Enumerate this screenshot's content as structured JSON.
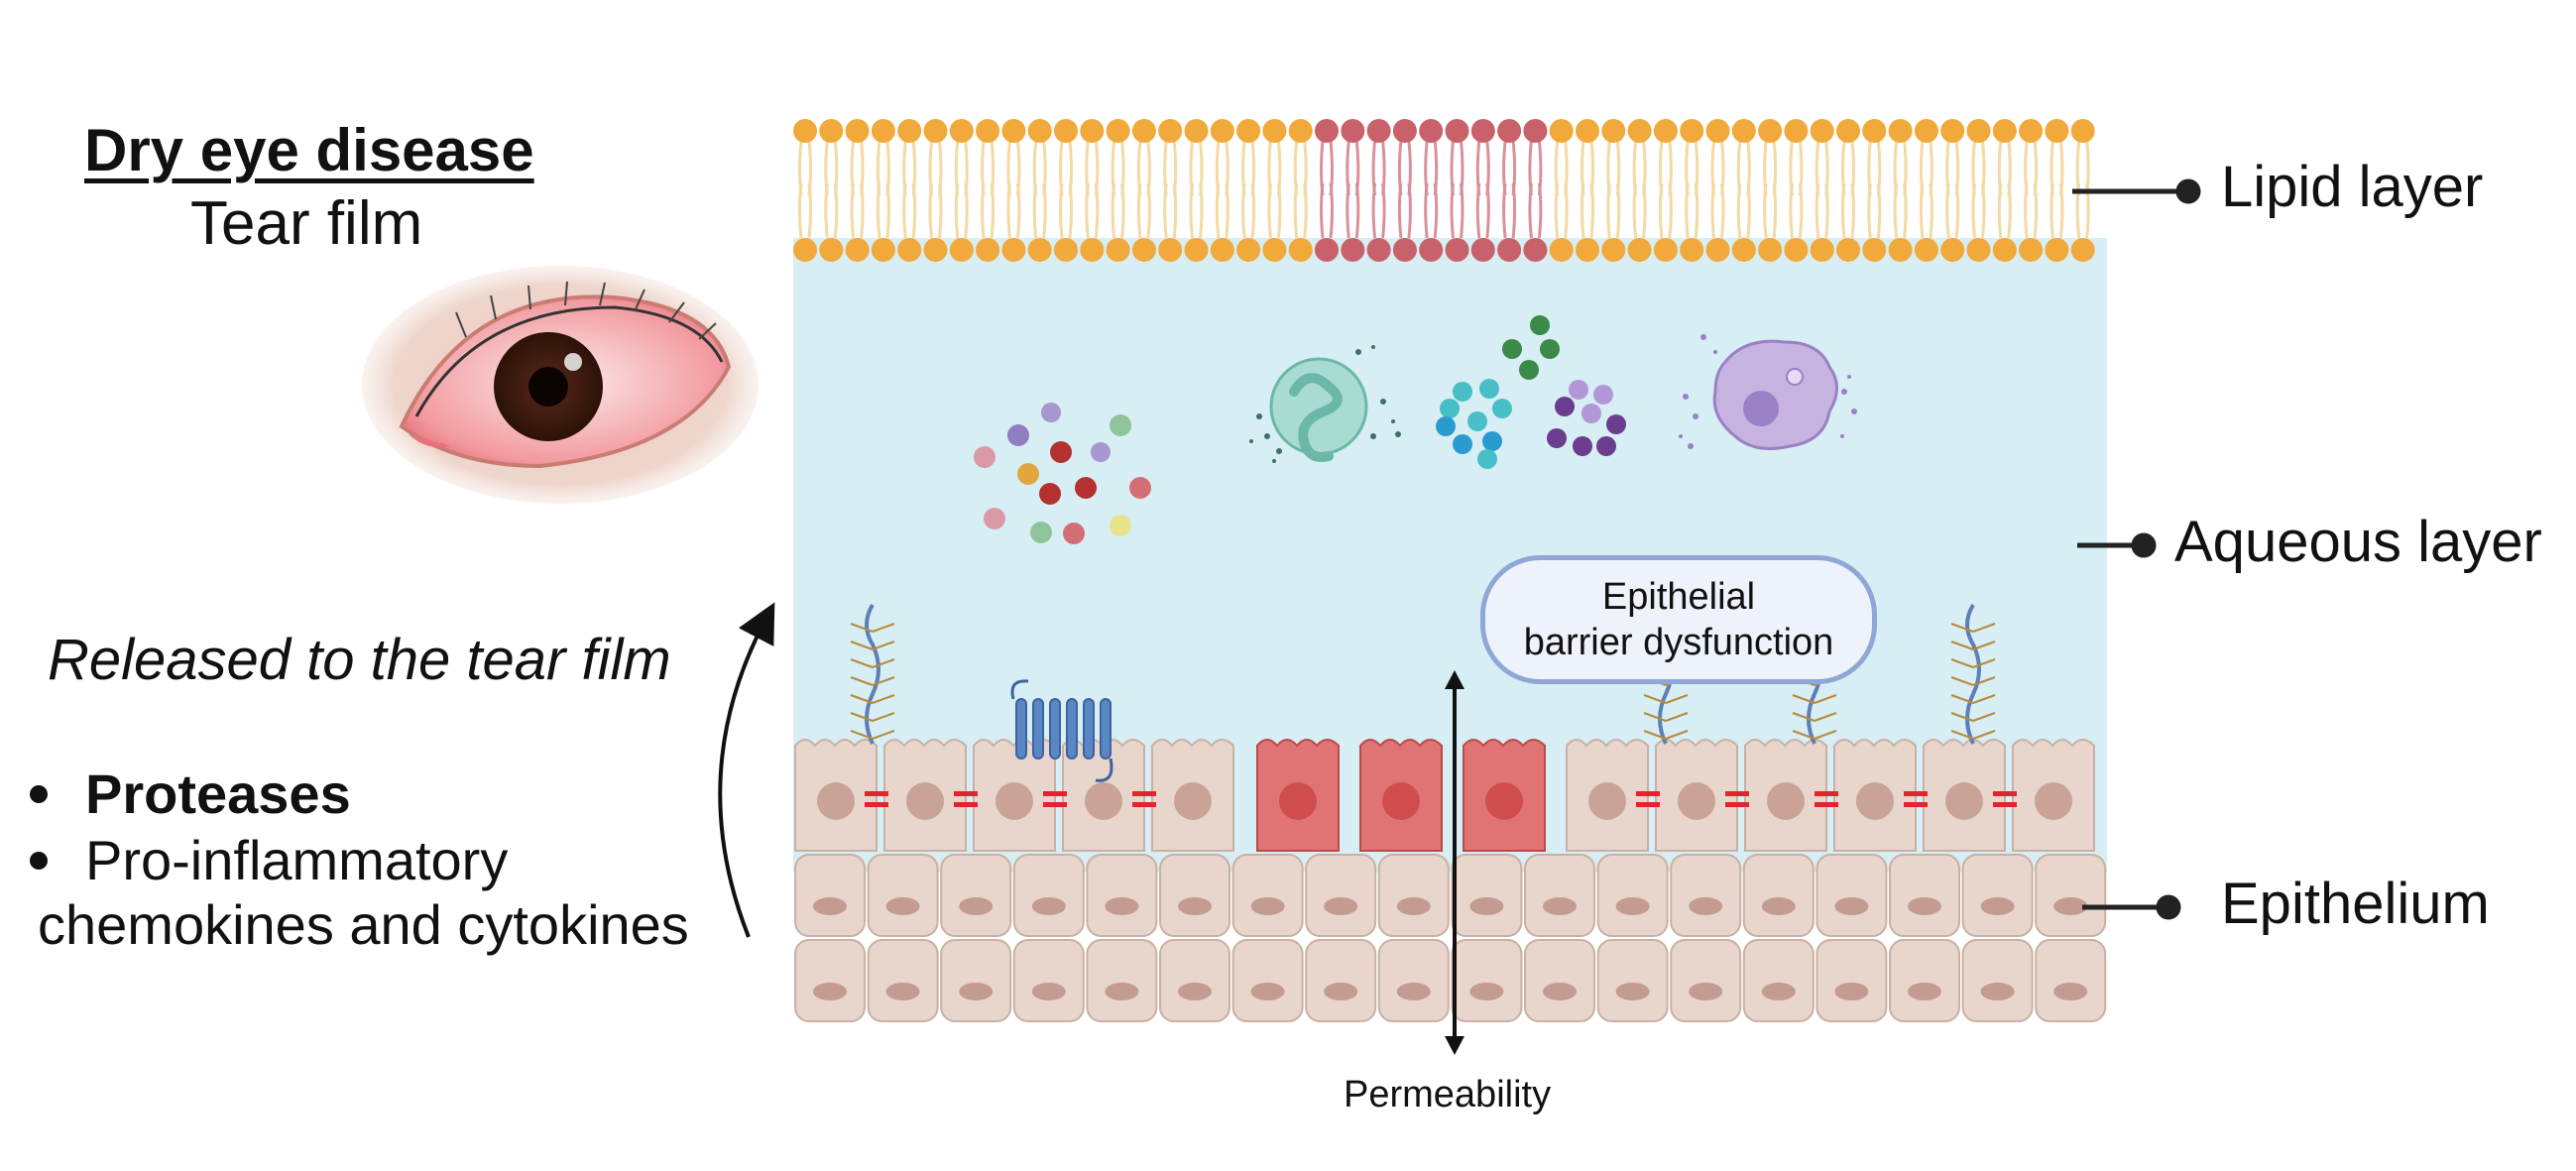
{
  "title": "Dry eye disease",
  "subtitle": "Tear film",
  "released_label": "Released to the tear film",
  "bullets": [
    {
      "label": "Proteases",
      "bold": true
    },
    {
      "label": "Pro-inflammatory",
      "continuation": "chemokines and cytokines",
      "bold": false
    }
  ],
  "layers": {
    "lipid": "Lipid layer",
    "aqueous": "Aqueous layer",
    "epithelium": "Epithelium"
  },
  "callout": {
    "line1": "Epithelial",
    "line2": "barrier dysfunction"
  },
  "arrow_label": "Permeability",
  "colors": {
    "lipid_head": "#f0a93a",
    "lipid_head_damaged": "#c9616b",
    "aqueous": "#d7eef4",
    "cell": "#e8d5cc",
    "cell_damaged": "#e07474",
    "tight_junction": "#e3242b",
    "callout_border": "#8fa7d6"
  },
  "icons": [
    "red-eye-icon",
    "cytokine-cluster-icon",
    "neutrophil-icon",
    "chemokine-cluster-icon",
    "macrophage-icon",
    "mucin-icon",
    "receptor-protein-icon"
  ]
}
